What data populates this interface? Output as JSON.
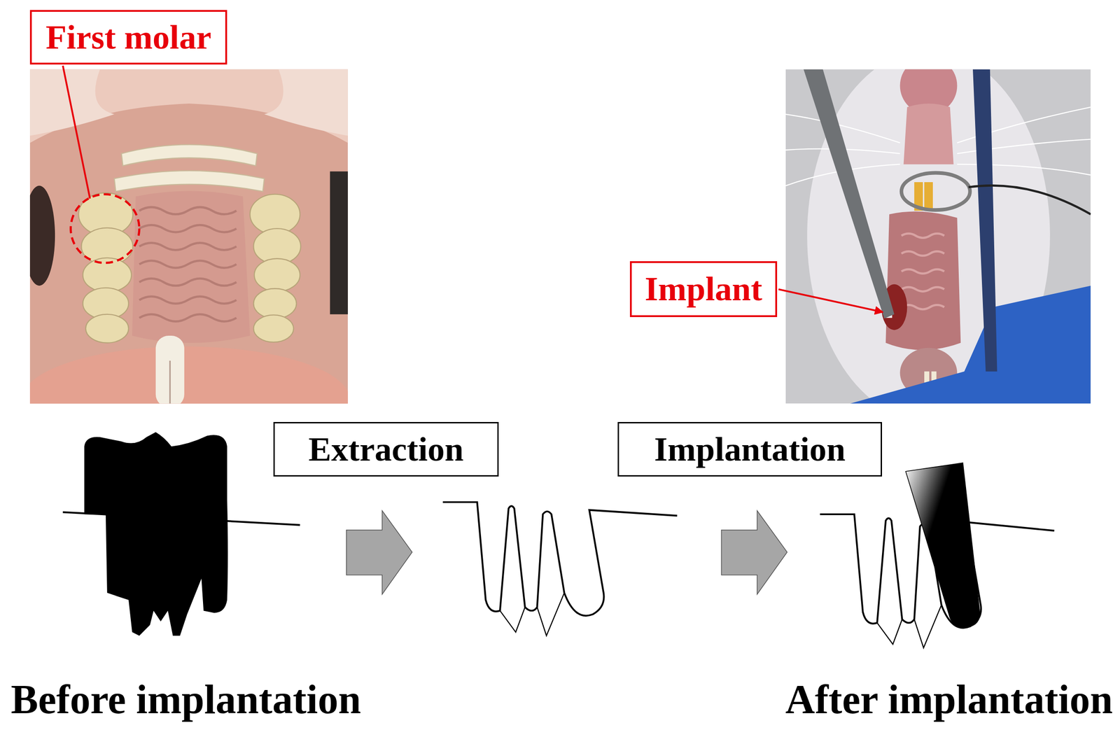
{
  "diagram": {
    "nodes": [
      {
        "text": [
          "First molar"
        ]
      },
      {
        "text": [
          "Implant"
        ]
      },
      {
        "text": [
          "Extraction"
        ]
      },
      {
        "text": [
          "Implantation"
        ]
      }
    ],
    "labels": [
      "Before implantation",
      "After implantation"
    ]
  }
}
